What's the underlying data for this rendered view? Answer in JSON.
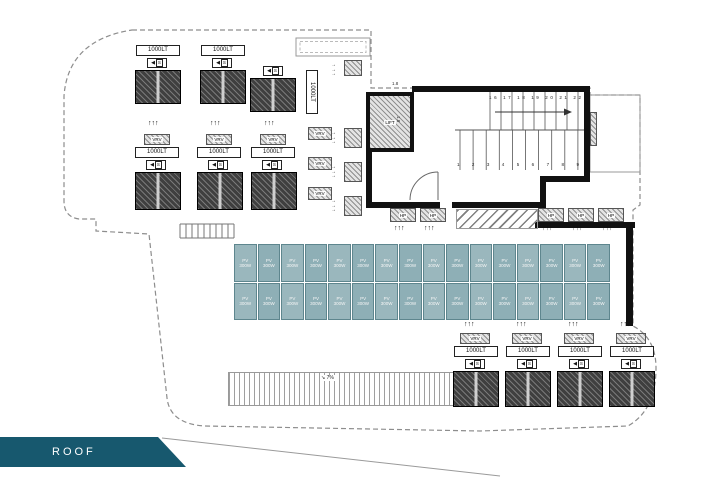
{
  "banner": {
    "label": "ROOF"
  },
  "colors": {
    "banner": "#17586e",
    "pv_panel": "#9ab7bd",
    "pv_panel_alt": "#8eafb6",
    "collector_dark": "#3f3f3f"
  },
  "labels": {
    "tank": "1000LT",
    "lift": "LIFT",
    "hp": "HP",
    "vrv": "VRV",
    "slope": "7%",
    "lift_dim": "1.8"
  },
  "tank_icon": {
    "arrow": "◀",
    "letter": "S"
  },
  "icons": {
    "up_arrows": "↑↑↑",
    "right_arrows": "→\n→\n→",
    "slope_arrow": "↘"
  },
  "stairs": {
    "upper_numbers": "16 17 18 19 20 21 22",
    "lower_numbers": "1 2 3 4 5 6 7 8 9"
  },
  "pv": {
    "line1": "PV",
    "line2": "300W"
  }
}
